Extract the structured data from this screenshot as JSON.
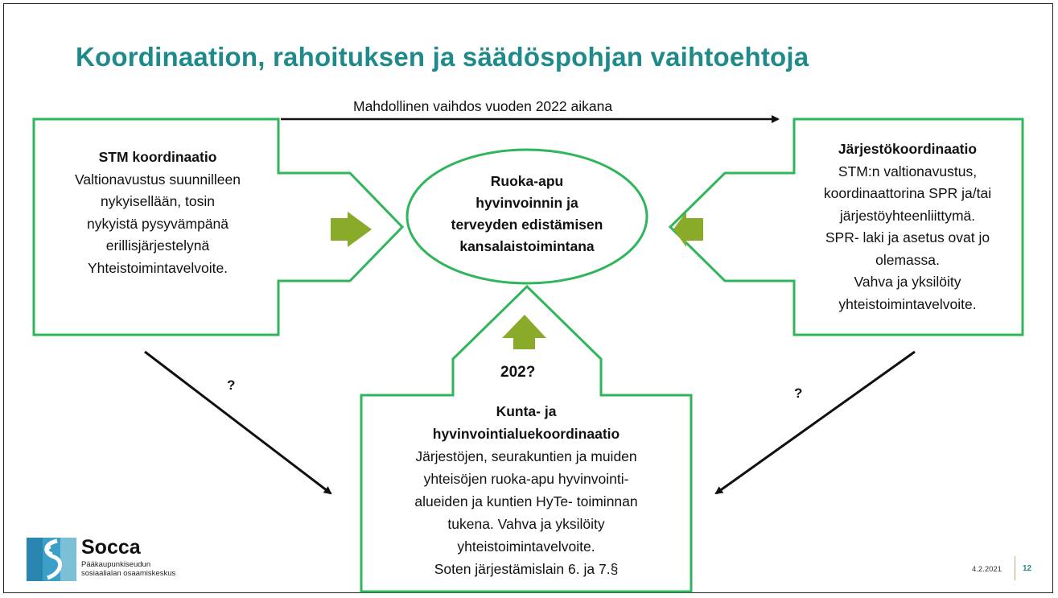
{
  "title": "Koordinaation, rahoituksen ja säädöspohjan vaihtoehtoja",
  "top_arrow_label": "Mahdollinen vaihdos vuoden 2022 aikana",
  "center": {
    "lines": [
      "Ruoka-apu",
      "hyvinvoinnin ja",
      "terveyden edistämisen",
      "kansalaistoimintana"
    ]
  },
  "left_box": {
    "heading": "STM koordinaatio",
    "lines": [
      "Valtionavustus suunnilleen",
      "nykyisellään, tosin",
      "nykyistä pysyvämpänä",
      "erillisjärjestelynä",
      "Yhteistoimintavelvoite."
    ]
  },
  "right_box": {
    "heading": "Järjestökoordinaatio",
    "lines": [
      "STM:n valtionavustus,",
      "koordinaattorina SPR ja/tai",
      "järjestöyhteenliittymä.",
      "SPR- laki ja asetus ovat jo",
      "olemassa.",
      "Vahva ja yksilöity",
      "yhteistoimintavelvoite."
    ]
  },
  "bottom_box": {
    "heading_lines": [
      "Kunta- ja",
      "hyvinvointialuekoordinaatio"
    ],
    "lines": [
      "Järjestöjen, seurakuntien ja muiden",
      "yhteisöjen ruoka-apu hyvinvointi-",
      "alueiden ja kuntien HyTe- toiminnan",
      "tukena. Vahva ja yksilöity",
      "yhteistoimintavelvoite.",
      "Soten järjestämislain 6. ja 7.§"
    ]
  },
  "year_label": "202?",
  "question_left": "?",
  "question_right": "?",
  "logo": {
    "name": "Socca",
    "sub_lines": [
      "Pääkaupunkiseudun",
      "sosiaalialan osaamiskeskus"
    ]
  },
  "footer": {
    "date": "4.2.2021",
    "page": "12"
  },
  "colors": {
    "title": "#1f8a8a",
    "box_border": "#2fb55a",
    "small_arrow": "#8aaa2a"
  }
}
